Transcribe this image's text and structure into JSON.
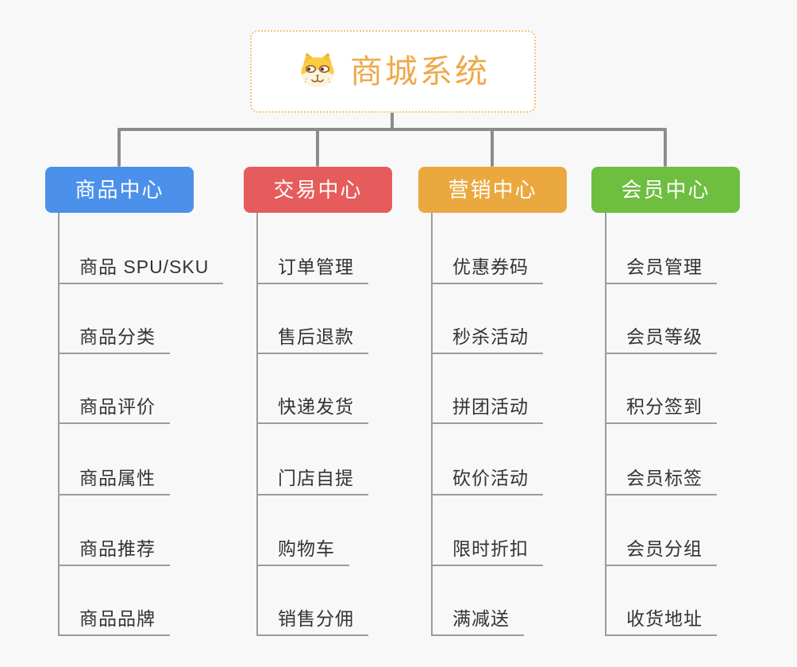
{
  "root": {
    "title": "商城系统",
    "icon": "shiba-dog-icon"
  },
  "branches": [
    {
      "label": "商品中心",
      "color": "#4b90ea",
      "items": [
        "商品 SPU/SKU",
        "商品分类",
        "商品评价",
        "商品属性",
        "商品推荐",
        "商品品牌"
      ]
    },
    {
      "label": "交易中心",
      "color": "#e65c5c",
      "items": [
        "订单管理",
        "售后退款",
        "快递发货",
        "门店自提",
        "购物车",
        "销售分佣"
      ]
    },
    {
      "label": "营销中心",
      "color": "#eba83f",
      "items": [
        "优惠券码",
        "秒杀活动",
        "拼团活动",
        "砍价活动",
        "限时折扣",
        "满减送"
      ]
    },
    {
      "label": "会员中心",
      "color": "#6ebe40",
      "items": [
        "会员管理",
        "会员等级",
        "积分签到",
        "会员标签",
        "会员分组",
        "收货地址"
      ]
    }
  ],
  "colors": {
    "background": "#f8f8f8",
    "connector": "#8c8c8c",
    "branch_line": "#9c9c9c",
    "leaf_text": "#333333",
    "root_text": "#efa94a",
    "root_border": "#f3c478",
    "root_background": "#ffffff"
  }
}
